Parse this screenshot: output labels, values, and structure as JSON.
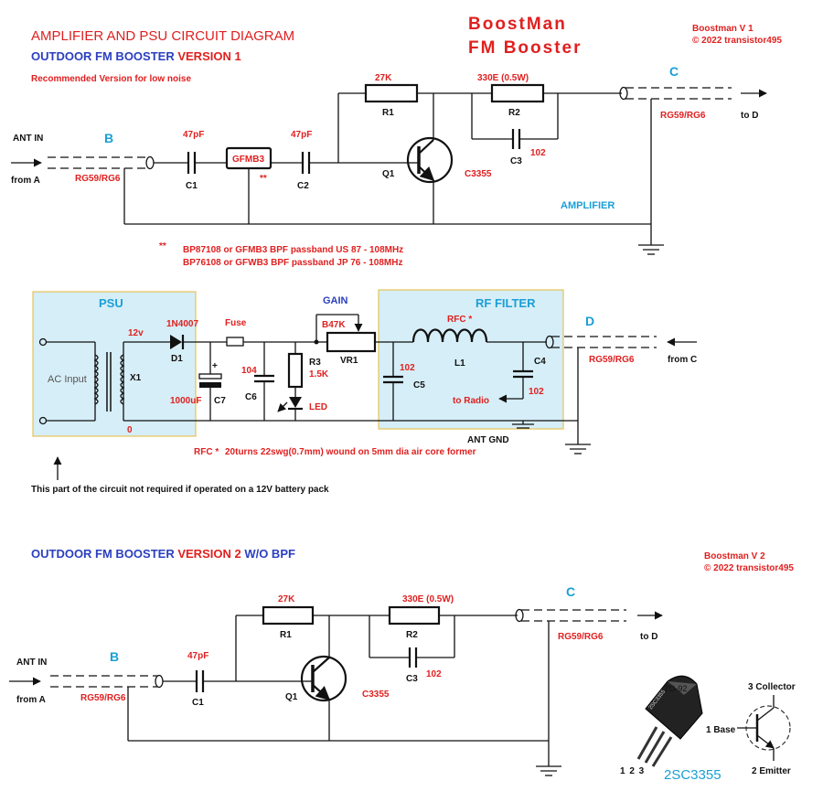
{
  "header": {
    "title": "AMPLIFIER AND PSU CIRCUIT DIAGRAM",
    "v1_title_a": "OUTDOOR FM BOOSTER",
    "v1_title_b": "VERSION 1",
    "v1_note": "Recommended Version for low noise",
    "brand_1": "BoostMan",
    "brand_2": "FM Booster",
    "v1_credit_1": "Boostman V 1",
    "v1_credit_2": "© 2022 transistor495"
  },
  "v1": {
    "ant_in": "ANT IN",
    "from_a": "from A",
    "b": "B",
    "coax_b": "RG59/RG6",
    "c1_val": "47pF",
    "c1": "C1",
    "filter": "GFMB3",
    "filter_mark": "**",
    "c2_val": "47pF",
    "c2": "C2",
    "r1_val": "27K",
    "r1": "R1",
    "q1": "Q1",
    "q1_part": "C3355",
    "r2_val": "330E (0.5W)",
    "r2": "R2",
    "c3": "C3",
    "c3_val": "102",
    "c": "C",
    "coax_c": "RG59/RG6",
    "to_d": "to  D",
    "amplifier": "AMPLIFIER",
    "bpf_mark": "**",
    "bpf_1": "BP87108 or GFMB3   BPF passband US 87 - 108MHz",
    "bpf_2": "BP76108 or GFWB3   BPF passband JP 76 - 108MHz"
  },
  "psu": {
    "label": "PSU",
    "ac_input": "AC Input",
    "x1": "X1",
    "v12": "12v",
    "zero": "0",
    "d1_part": "1N4007",
    "d1": "D1",
    "plus": "+",
    "c7_val": "1000uF",
    "c7": "C7",
    "fuse": "Fuse",
    "c6_val": "104",
    "c6": "C6",
    "r3": "R3",
    "r3_val": "1.5K",
    "led": "LED",
    "gain": "GAIN",
    "vr1_val": "B47K",
    "vr1": "VR1",
    "rf_filter": "RF FILTER",
    "rfc": "RFC *",
    "l1": "L1",
    "c5_val": "102",
    "c5": "C5",
    "c4": "C4",
    "c4_val": "102",
    "to_radio": "to Radio",
    "d": "D",
    "coax_d": "RG59/RG6",
    "from_c": "from C",
    "ant_gnd": "ANT GND",
    "rfc_note_a": "RFC *",
    "rfc_note_b": "20turns 22swg(0.7mm) wound on 5mm dia air core former",
    "battery_note": "This part of the circuit not required if operated on a 12V battery pack"
  },
  "v2": {
    "title_a": "OUTDOOR  FM BOOSTER",
    "title_b": "VERSION 2",
    "title_c": "W/O BPF",
    "credit_1": "Boostman V 2",
    "credit_2": "© 2022 transistor495",
    "ant_in": "ANT IN",
    "from_a": "from A",
    "b": "B",
    "coax_b": "RG59/RG6",
    "c1_val": "47pF",
    "c1": "C1",
    "r1_val": "27K",
    "r1": "R1",
    "q1": "Q1",
    "q1_part": "C3355",
    "r2_val": "330E (0.5W)",
    "r2": "R2",
    "c3": "C3",
    "c3_val": "102",
    "c": "C",
    "coax_c": "RG59/RG6",
    "to_d": "to  D"
  },
  "pinout": {
    "package": "TO-92",
    "marking": "2SC3355",
    "pins": "1 2 3",
    "collector": "3 Collector",
    "base": "1 Base",
    "emitter": "2 Emitter",
    "part": "2SC3355"
  },
  "colors": {
    "red": "#e02020",
    "blue": "#2b3fbf",
    "cyan": "#1a9fd6",
    "box_fill": "#d6eef7",
    "box_border": "#e6c35a"
  }
}
